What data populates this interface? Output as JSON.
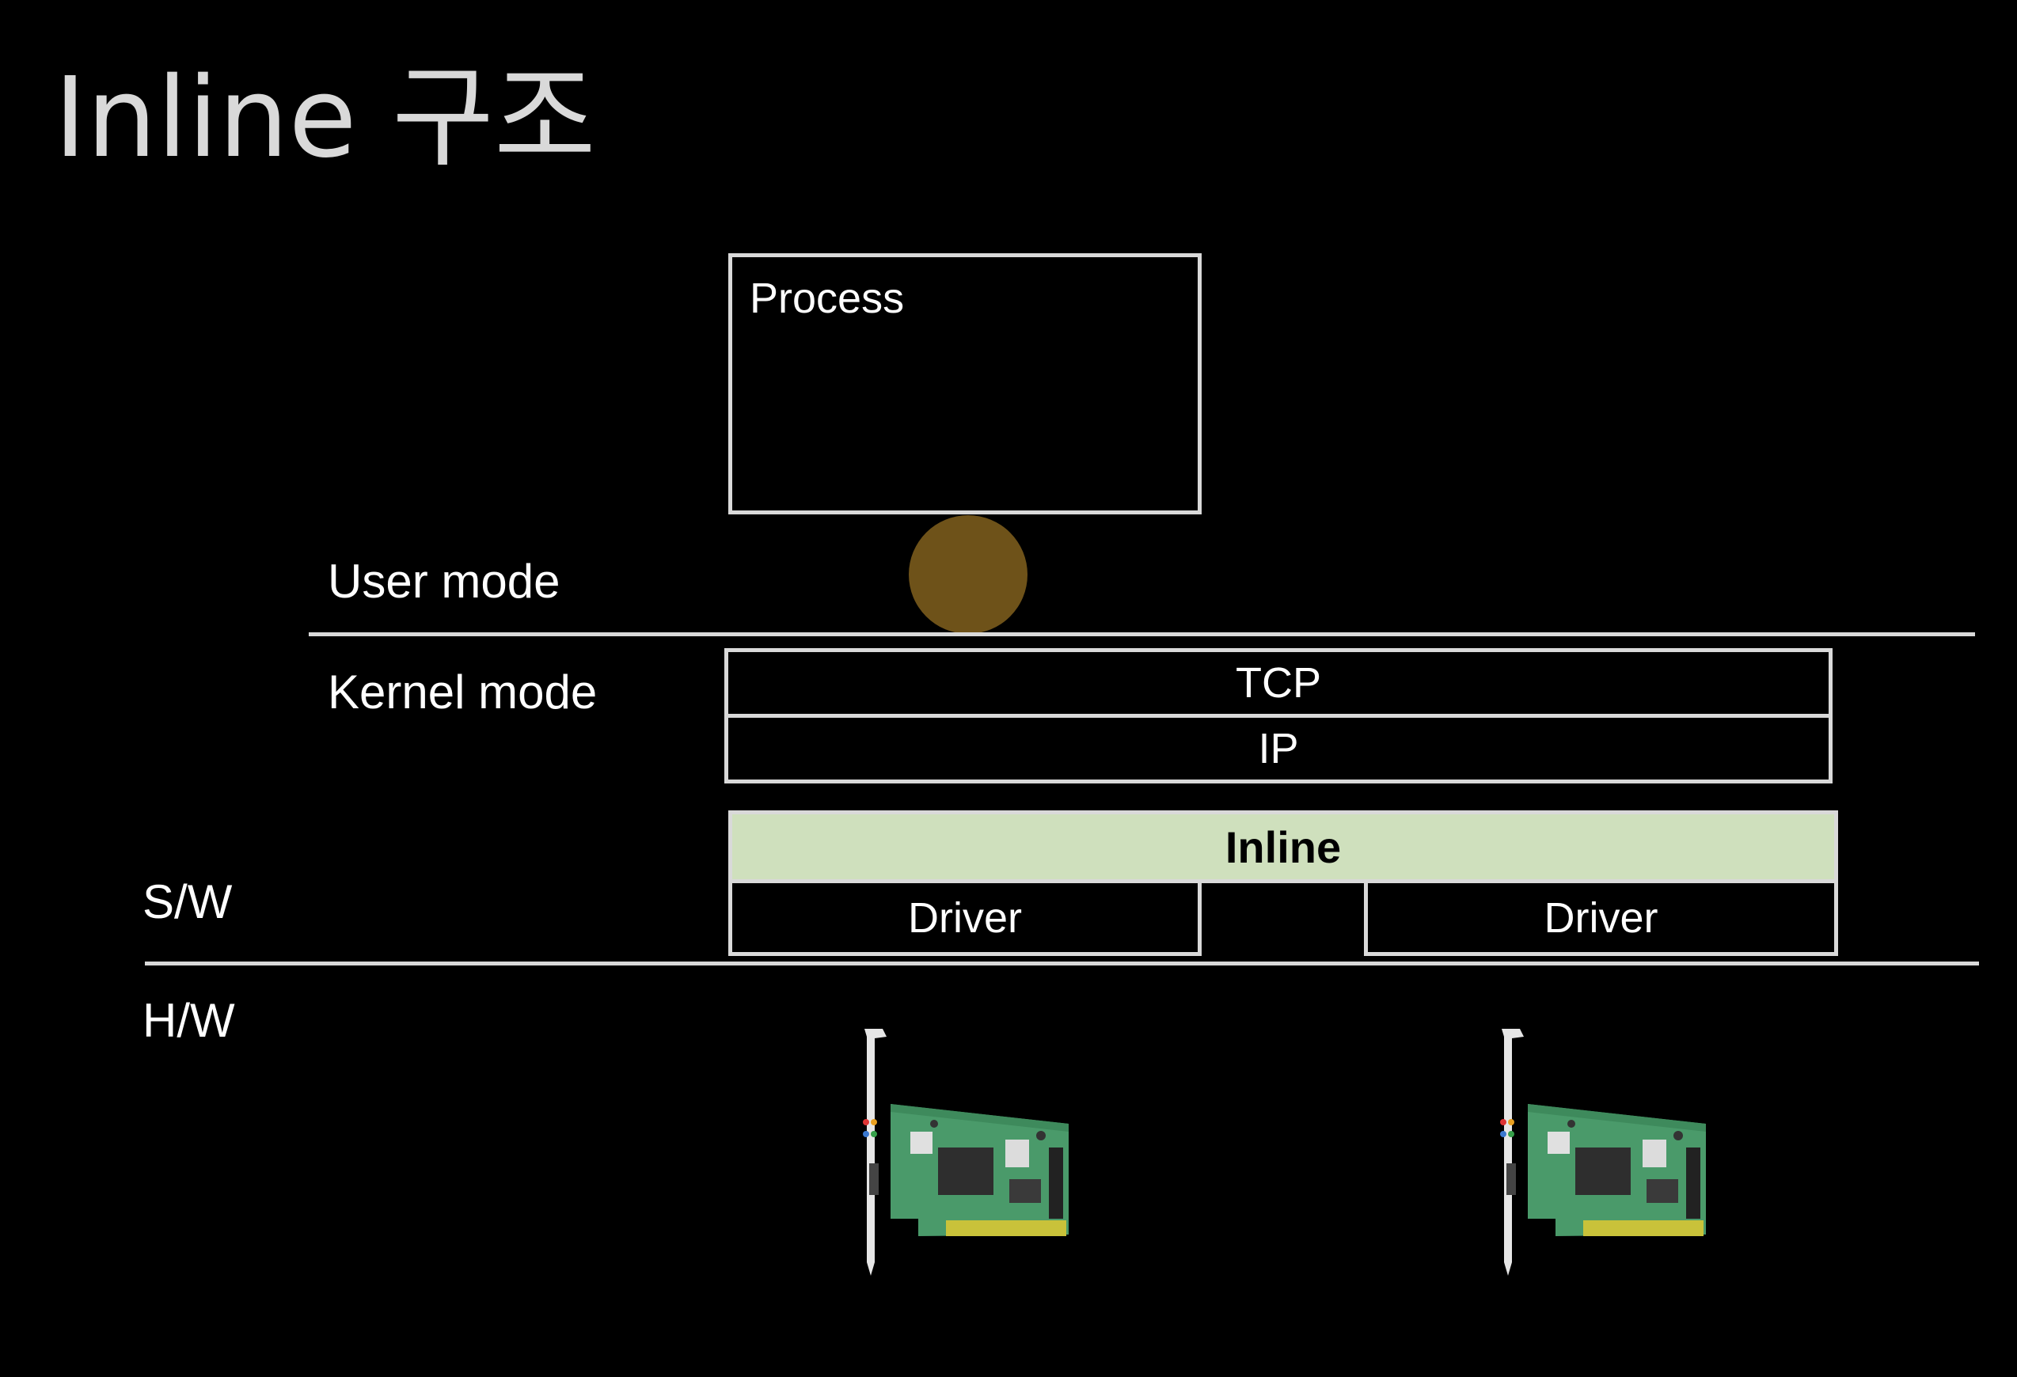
{
  "title": "Inline 구조",
  "labels": {
    "user_mode": "User mode",
    "kernel_mode": "Kernel mode",
    "sw": "S/W",
    "hw": "H/W"
  },
  "boxes": {
    "process": "Process",
    "tcp": "TCP",
    "ip": "IP",
    "inline": "Inline",
    "driver_left": "Driver",
    "driver_right": "Driver"
  },
  "icons": {
    "marker": "circle-marker-icon",
    "nic_left": "network-card-icon",
    "nic_right": "network-card-icon"
  },
  "colors": {
    "background": "#000000",
    "title": "#d9d9d9",
    "text": "#ffffff",
    "border": "#d9d9d9",
    "inline_fill": "#cfe0bd",
    "inline_text": "#000000",
    "marker": "#6e5219"
  }
}
